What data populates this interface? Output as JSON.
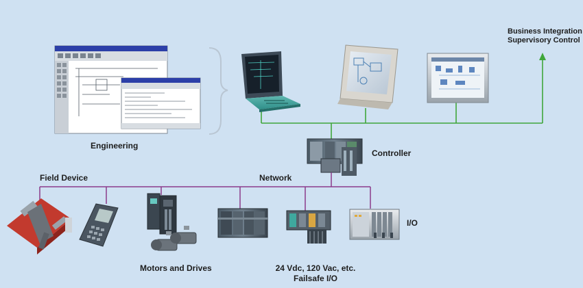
{
  "labels": {
    "engineering": "Engineering",
    "controller": "Controller",
    "network": "Network",
    "field_device": "Field Device",
    "io": "I/O",
    "motors_drives": "Motors and Drives",
    "io_types_line1": "24 Vdc, 120 Vac, etc.",
    "io_types_line2": "Failsafe I/O",
    "business_line1": "Business Integration",
    "business_line2": "Supervisory Control"
  },
  "colors": {
    "background": "#cfe1f2",
    "supervisory_bus": "#3fa63a",
    "field_bus": "#8b3a8b",
    "bracket": "#b9c6d3"
  }
}
